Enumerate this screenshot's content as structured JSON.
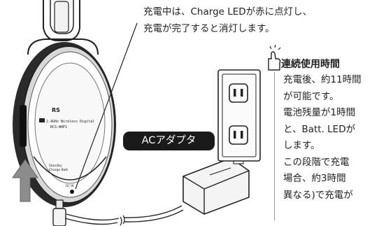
{
  "callout": {
    "line1": "充電中は、Charge LEDが赤に点灯し、",
    "line2": "充電が完了すると消灯します。"
  },
  "headphone": {
    "brand": "RS",
    "model_line": "2.4GHz Wireless Digital",
    "model": "RCS-WHP1",
    "bottom_label": "Standby",
    "bottom_sub": "Charge Batt.",
    "led_label": "DC IN"
  },
  "adapter_label": "ACアダプタ",
  "tip": {
    "title": "連続使用時間",
    "lines": [
      "充電後、約11時間",
      "が可能です。",
      "電池残量が1時間",
      "と、Batt. LEDが",
      "します。",
      "この段階で充電",
      "場合、約3時間",
      "異なる)で充電が"
    ]
  },
  "colors": {
    "line": "#222222",
    "label_bg": "#1a1a1a",
    "arrow": "#888888"
  }
}
